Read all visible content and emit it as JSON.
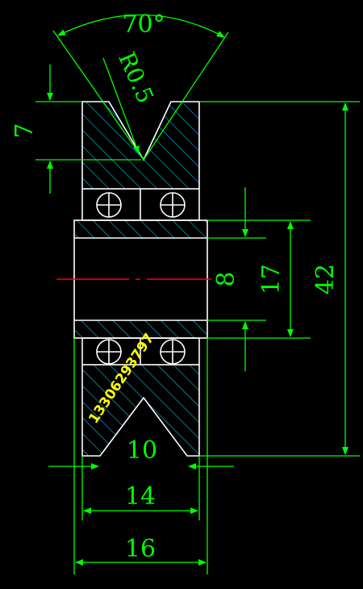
{
  "dimensions": {
    "angle": "70°",
    "radius": "R0.5",
    "groove_depth": "7",
    "bore": "8",
    "bearing_od": "17",
    "total_height": "42",
    "groove_bottom": "10",
    "groove_width": "14",
    "outer_width": "16"
  },
  "watermark": "13306293797",
  "colors": {
    "background": "#000000",
    "outline": "#ffffff",
    "dimension": "#00ff00",
    "hatch": "#00e5ff",
    "centerline": "#ff0000",
    "watermark": "#ffff00"
  }
}
